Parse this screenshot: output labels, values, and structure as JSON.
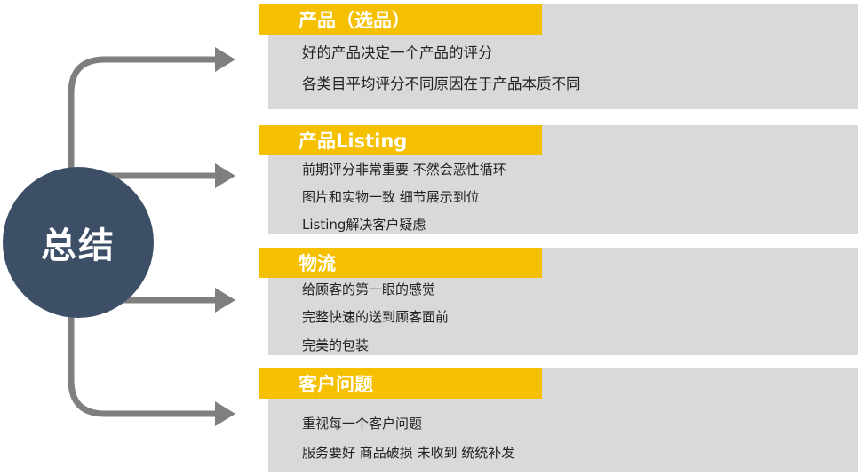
{
  "hub": {
    "label": "总结"
  },
  "colors": {
    "hub": "#3d4f66",
    "header": "#f5c000",
    "panel": "#d9d9d9",
    "connector": "#7f7f7f"
  },
  "sections": [
    {
      "title": "产品（选品）",
      "items": [
        "好的产品决定一个产品的评分",
        "各类目平均评分不同原因在于产品本质不同"
      ]
    },
    {
      "title": "产品Listing",
      "items": [
        "前期评分非常重要 不然会恶性循环",
        "图片和实物一致 细节展示到位",
        "Listing解决客户疑虑"
      ]
    },
    {
      "title": "物流",
      "items": [
        "给顾客的第一眼的感觉",
        "完整快速的送到顾客面前",
        "完美的包装"
      ]
    },
    {
      "title": "客户问题",
      "items": [
        "重视每一个客户问题",
        "服务要好 商品破损 未收到 统统补发"
      ]
    }
  ]
}
